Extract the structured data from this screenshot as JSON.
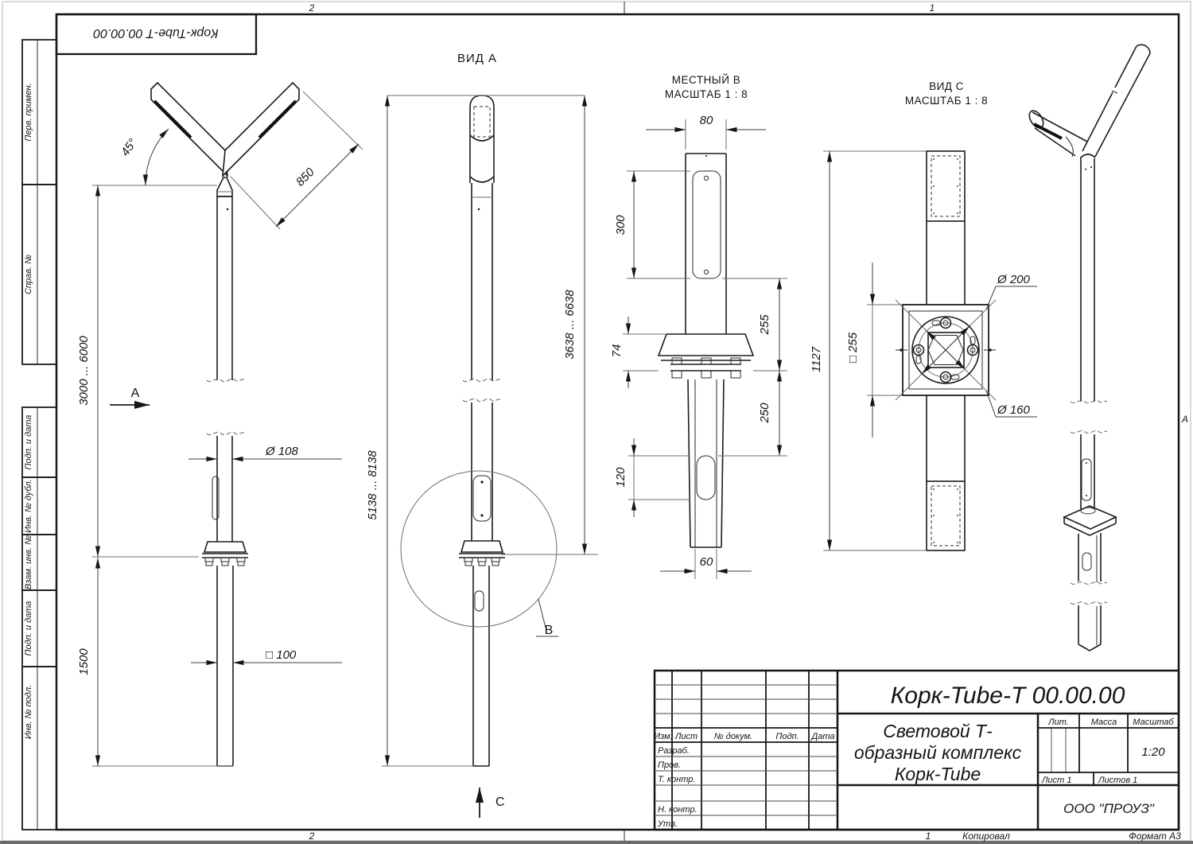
{
  "frame": {
    "zone_top_left": "2",
    "zone_top_right": "1",
    "zone_bottom_left": "2",
    "zone_bottom_right": "1",
    "copied": "Копировал",
    "format": "Формат А3",
    "zone_letter": "А"
  },
  "stamp": {
    "designation": "Корк-Tube-Т 00.00.00"
  },
  "side": {
    "labels": [
      "Перв. примен.",
      "Справ. №",
      "Подп. и дата",
      "Инв. № дубл.",
      "Взам. инв. №",
      "Подп. и дата",
      "Инв. № подл."
    ]
  },
  "front_view": {
    "angle": "45°",
    "arm_len": "850",
    "height": "3000 ... 6000",
    "dia": "Ø 108",
    "post_h": "1500",
    "square": "□ 100",
    "arrow_label": "А"
  },
  "view_a": {
    "title": "ВИД А",
    "dim_left": "5138 ... 8138",
    "dim_right": "3638 ... 6638",
    "detail": "В",
    "arrow_label": "С"
  },
  "local_b": {
    "t1": "МЕСТНЫЙ В",
    "t2": "МАСШТАБ 1 : 8",
    "w_top": "80",
    "panel": "300",
    "flange": "74",
    "d255": "255",
    "d250": "250",
    "slot": "120",
    "w_bot": "60"
  },
  "view_c": {
    "t1": "ВИД С",
    "t2": "МАСШТАБ 1 : 8",
    "overall": "1127",
    "square": "□ 255",
    "d200": "Ø 200",
    "d160": "Ø 160"
  },
  "title_block": {
    "designation": "Корк-Tube-Т 00.00.00",
    "name1": "Световой Т-",
    "name2": "образный комплекс",
    "name3": "Корк-Tube",
    "company": "ООО \"ПРОУЗ\"",
    "h_izm": "Изм.",
    "h_list": "Лист",
    "h_doc": "№ докум.",
    "h_podp": "Подп.",
    "h_data": "Дата",
    "r_razrab": "Разраб.",
    "r_prov": "Пров.",
    "r_tkontr": "Т. контр.",
    "r_nkontr": "Н. контр.",
    "r_utv": "Утв.",
    "h_lit": "Лит.",
    "h_mass": "Масса",
    "h_scale": "Масштаб",
    "scale": "1:20",
    "sheet": "Лист 1",
    "sheets": "Листов 1"
  }
}
